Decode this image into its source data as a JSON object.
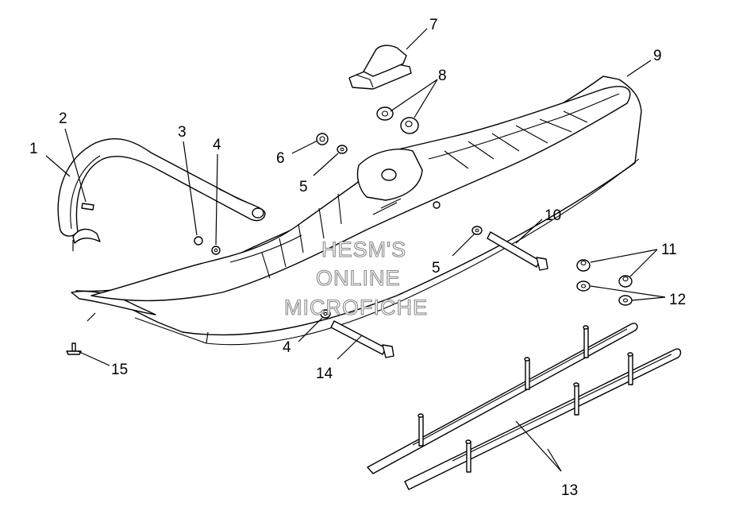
{
  "diagram": {
    "callouts": [
      "1",
      "2",
      "3",
      "4",
      "4",
      "5",
      "5",
      "6",
      "7",
      "8",
      "9",
      "10",
      "11",
      "12",
      "13",
      "14",
      "15"
    ],
    "watermark": [
      "HESM'S",
      "ONLINE",
      "MICROFICHE"
    ]
  }
}
